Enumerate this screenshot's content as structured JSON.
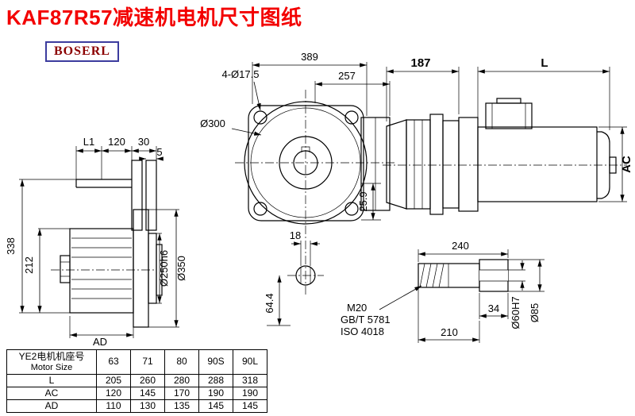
{
  "header": {
    "title": "KAF87R57减速机电机尺寸图纸",
    "brand": "BOSERL"
  },
  "front_view": {
    "dim_389": "389",
    "dim_257": "257",
    "dim_holes": "4-Ø17.5",
    "dim_300": "Ø300",
    "dim_25_9": "25.9",
    "dim_18": "18",
    "dim_64_4": "64.4"
  },
  "side_view": {
    "dim_L1": "L1",
    "dim_120": "120",
    "dim_30": "30",
    "dim_5": "5",
    "dim_338": "338",
    "dim_212": "212",
    "dim_AD": "AD",
    "dim_250": "Ø250h6",
    "dim_350": "Ø350"
  },
  "motor_view": {
    "dim_187": "187",
    "dim_L": "L",
    "dim_AC": "AC"
  },
  "shaft_detail": {
    "dim_240": "240",
    "dim_34": "34",
    "dim_210": "210",
    "thread": "M20",
    "std_gb": "GB/T 5781",
    "std_iso": "ISO 4018",
    "dim_60": "Ø60H7",
    "dim_85": "Ø85"
  },
  "table": {
    "header": {
      "line1": "YE2电机机座号",
      "line2": "Motor Size"
    },
    "columns": [
      "63",
      "71",
      "80",
      "90S",
      "90L"
    ],
    "rows": [
      {
        "label": "L",
        "values": [
          "205",
          "260",
          "280",
          "288",
          "318"
        ]
      },
      {
        "label": "AC",
        "values": [
          "120",
          "145",
          "170",
          "190",
          "190"
        ]
      },
      {
        "label": "AD",
        "values": [
          "110",
          "130",
          "135",
          "145",
          "145"
        ]
      }
    ]
  }
}
